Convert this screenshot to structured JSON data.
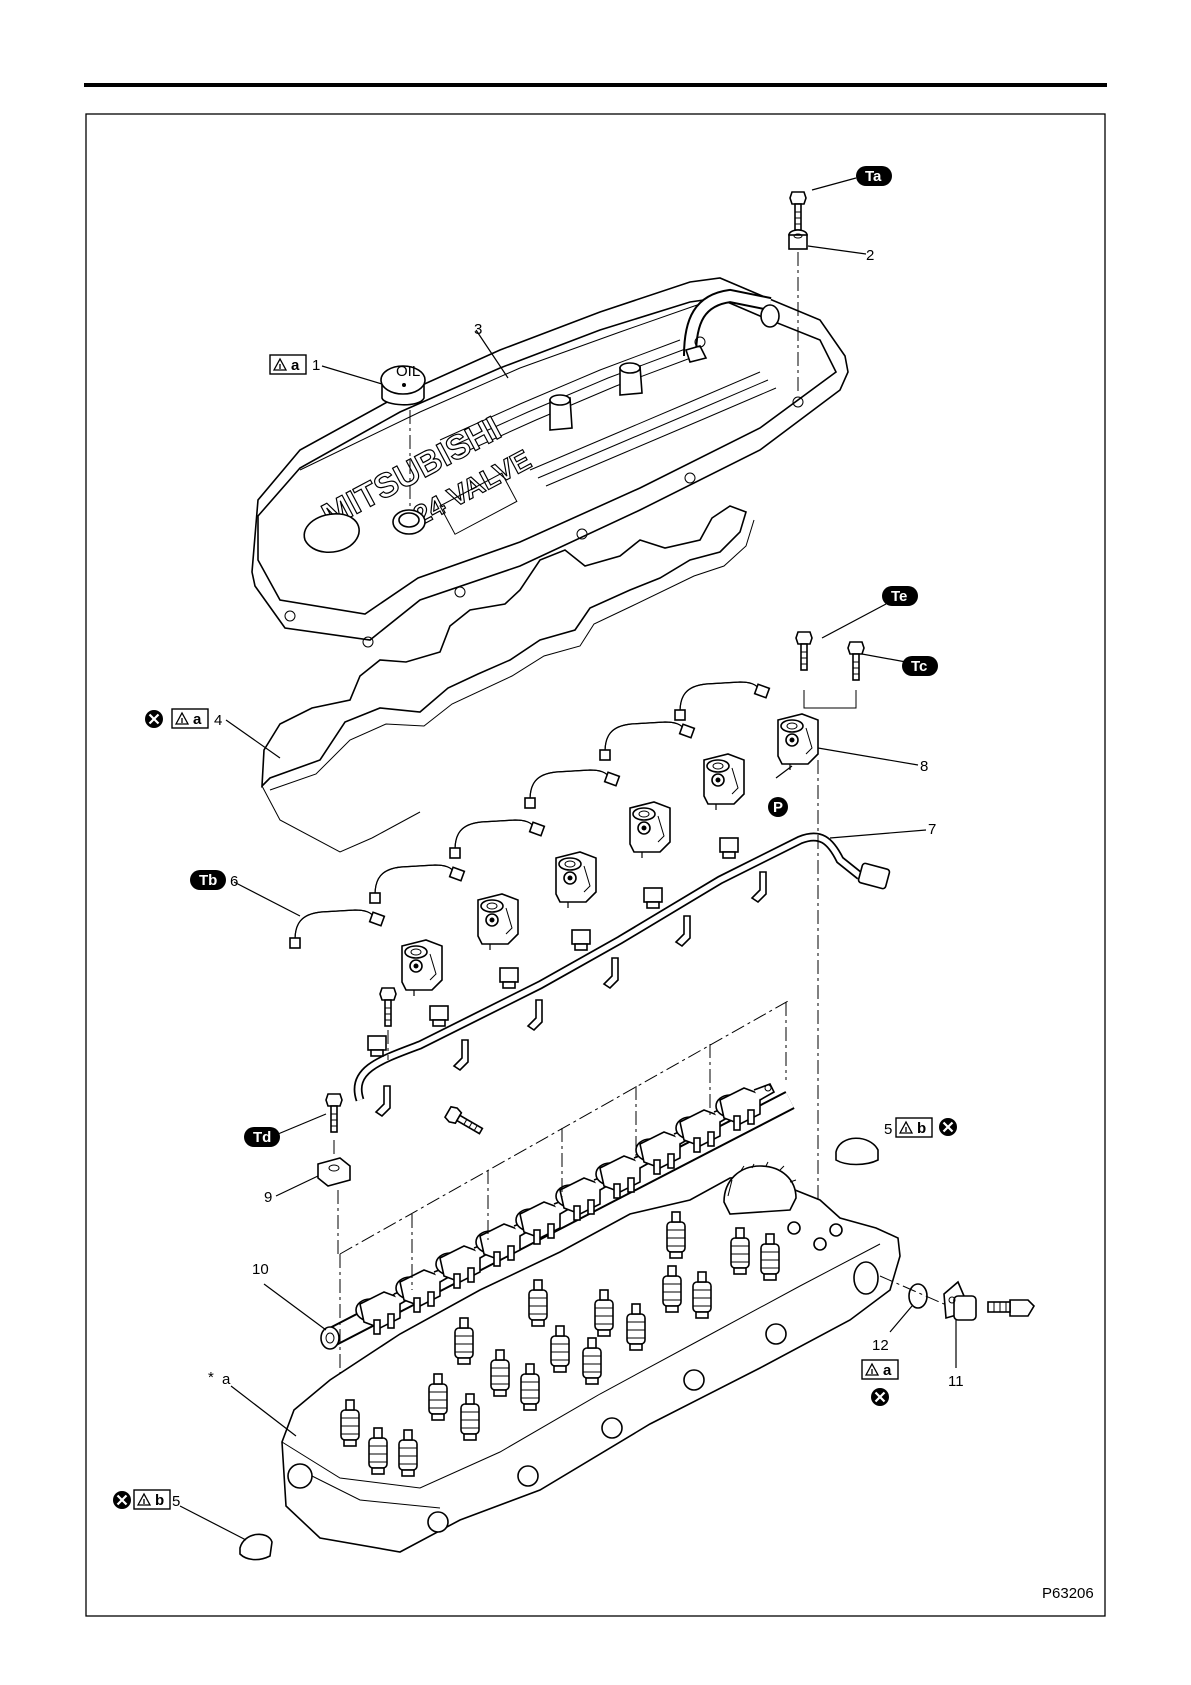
{
  "figure_code": "P63206",
  "cover_logo": {
    "brand": "MITSUBISHI",
    "model": "24 VALVE"
  },
  "torque_marks": [
    "Ta",
    "Tb",
    "Tc",
    "Td",
    "Te"
  ],
  "pack_mark": "P",
  "part_labels": {
    "p1": "1",
    "p2": "2",
    "p3": "3",
    "p4": "4",
    "p5a": "5",
    "p5b": "5",
    "p6": "6",
    "p7": "7",
    "p8": "8",
    "p9": "9",
    "p10": "10",
    "p11": "11",
    "p12": "12"
  },
  "note_star_a": "a",
  "symbols": {
    "replace": "circle-x-icon",
    "sealant": "sealant-icon"
  },
  "sealant_letters": {
    "s1": "a",
    "s4": "a",
    "s5a": "b",
    "s5b": "b",
    "s12": "a"
  }
}
